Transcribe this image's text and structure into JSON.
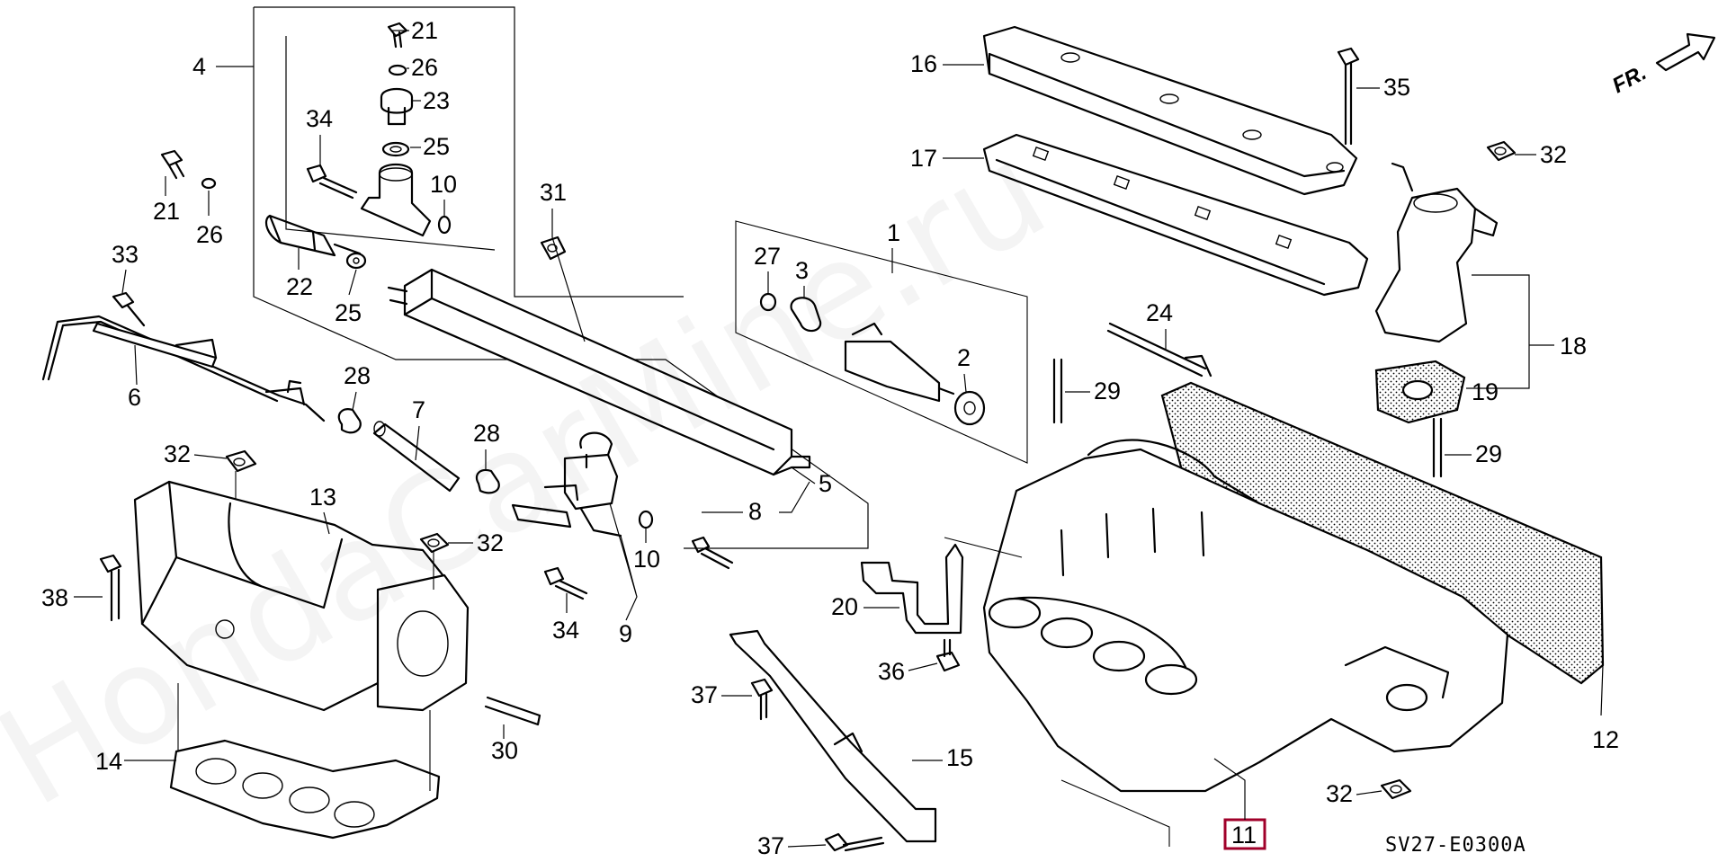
{
  "diagram": {
    "code": "SV27-E0300A",
    "direction_label": "FR.",
    "highlighted_part": "11",
    "watermark": "HondaCarMine.ru",
    "callouts": [
      {
        "n": "1"
      },
      {
        "n": "2"
      },
      {
        "n": "3"
      },
      {
        "n": "4"
      },
      {
        "n": "5"
      },
      {
        "n": "6"
      },
      {
        "n": "7"
      },
      {
        "n": "8"
      },
      {
        "n": "9"
      },
      {
        "n": "10"
      },
      {
        "n": "10"
      },
      {
        "n": "11"
      },
      {
        "n": "12"
      },
      {
        "n": "13"
      },
      {
        "n": "14"
      },
      {
        "n": "15"
      },
      {
        "n": "16"
      },
      {
        "n": "17"
      },
      {
        "n": "18"
      },
      {
        "n": "19"
      },
      {
        "n": "20"
      },
      {
        "n": "21"
      },
      {
        "n": "21"
      },
      {
        "n": "22"
      },
      {
        "n": "23"
      },
      {
        "n": "24"
      },
      {
        "n": "25"
      },
      {
        "n": "25"
      },
      {
        "n": "26"
      },
      {
        "n": "26"
      },
      {
        "n": "27"
      },
      {
        "n": "28"
      },
      {
        "n": "28"
      },
      {
        "n": "29"
      },
      {
        "n": "29"
      },
      {
        "n": "30"
      },
      {
        "n": "31"
      },
      {
        "n": "32"
      },
      {
        "n": "32"
      },
      {
        "n": "32"
      },
      {
        "n": "32"
      },
      {
        "n": "33"
      },
      {
        "n": "34"
      },
      {
        "n": "34"
      },
      {
        "n": "35"
      },
      {
        "n": "36"
      },
      {
        "n": "37"
      },
      {
        "n": "37"
      },
      {
        "n": "38"
      }
    ]
  }
}
